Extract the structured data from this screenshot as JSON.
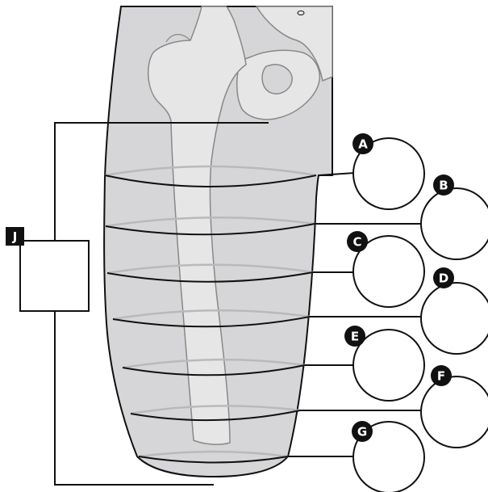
{
  "labels": {
    "a": "A",
    "b": "B",
    "c": "C",
    "d": "D",
    "e": "E",
    "f": "F",
    "g": "G",
    "j": "J"
  },
  "colors": {
    "limb_fill": "#d6d6d8",
    "bone_fill": "#e6e6e6",
    "section_ring": "#b9b9bd",
    "outline": "#111111",
    "marker_fill": "#111111",
    "background": "#ffffff"
  }
}
